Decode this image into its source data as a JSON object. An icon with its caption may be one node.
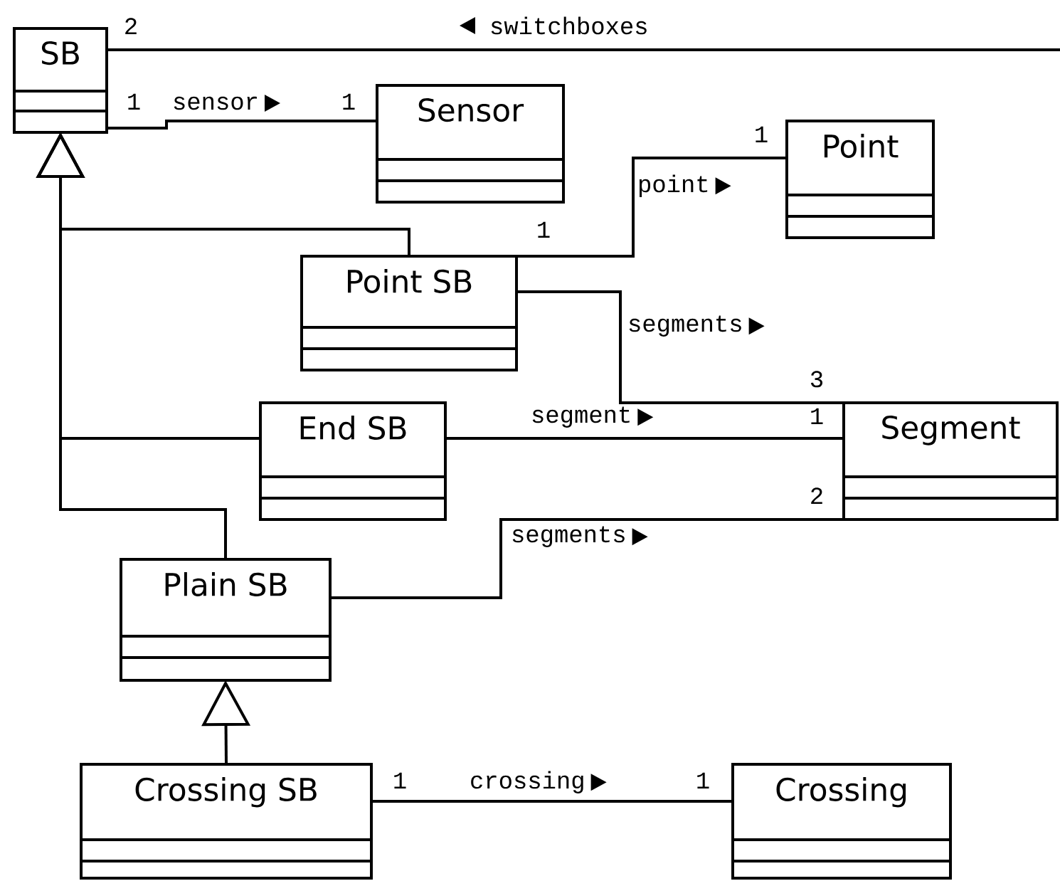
{
  "diagram": {
    "nodes": [
      {
        "text": [
          "SB"
        ]
      },
      {
        "text": [
          "Sensor"
        ]
      },
      {
        "text": [
          "Point"
        ]
      },
      {
        "text": [
          "Point SB"
        ]
      },
      {
        "text": [
          "End SB"
        ]
      },
      {
        "text": [
          "Segment"
        ]
      },
      {
        "text": [
          "Plain SB"
        ]
      },
      {
        "text": [
          "Crossing SB"
        ]
      },
      {
        "text": [
          "Crossing"
        ]
      }
    ],
    "edges": [
      {
        "from": 0,
        "to": null,
        "arrow": "none",
        "label": "switchboxes"
      },
      {
        "from": 0,
        "to": 1,
        "arrow": "none",
        "label": "sensor"
      },
      {
        "from": 3,
        "to": 0,
        "arrow": "to"
      },
      {
        "from": 4,
        "to": 0,
        "arrow": "to"
      },
      {
        "from": 6,
        "to": 0,
        "arrow": "to"
      },
      {
        "from": 7,
        "to": 6,
        "arrow": "to"
      },
      {
        "from": 3,
        "to": 2,
        "arrow": "none",
        "label": "point"
      },
      {
        "from": 3,
        "to": 5,
        "arrow": "none",
        "label": "segments"
      },
      {
        "from": 4,
        "to": 5,
        "arrow": "none",
        "label": "segment"
      },
      {
        "from": 6,
        "to": 5,
        "arrow": "none",
        "label": "segments"
      },
      {
        "from": 7,
        "to": 8,
        "arrow": "none",
        "label": "crossing"
      }
    ],
    "labels": [
      "2",
      "1",
      "1",
      "1",
      "1",
      "3",
      "1",
      "2",
      "1",
      "1"
    ]
  }
}
